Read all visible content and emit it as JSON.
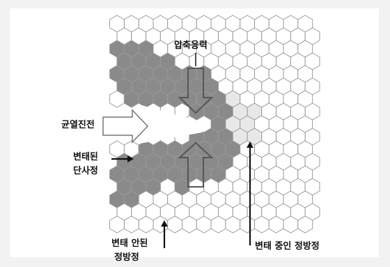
{
  "labels": {
    "compressive_stress": "압축응력",
    "crack_propagation": "균열진전",
    "transformed_line1": "변태된",
    "transformed_line2": "단사정",
    "untransformed_line1": "변태 안된",
    "untransformed_line2": "정방정",
    "transforming": "변태 중인 정방정"
  },
  "colors": {
    "background": "#f2f2f2",
    "panel": "#ffffff",
    "hex_untransformed_fill": "#ffffff",
    "hex_transformed_fill": "#8a8a8a",
    "hex_transforming_fill": "#e8e8e8",
    "hex_stroke": "#9a9a9a",
    "arrow": "#111111"
  }
}
